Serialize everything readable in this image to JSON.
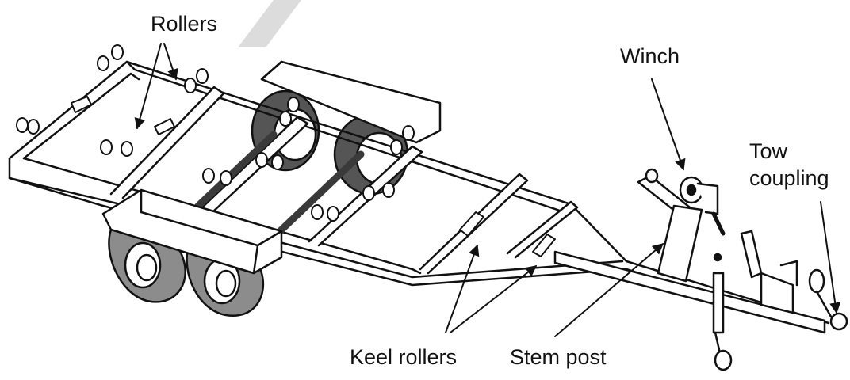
{
  "labels": {
    "rollers": "Rollers",
    "winch": "Winch",
    "tow_line1": "Tow",
    "tow_line2": "coupling",
    "keel_rollers": "Keel rollers",
    "stem_post": "Stem post"
  },
  "colors": {
    "line": "#111111",
    "wheel_gray": "#8c8c8c",
    "dark": "#3a3a3a",
    "watermark": "#dcdcdc"
  }
}
